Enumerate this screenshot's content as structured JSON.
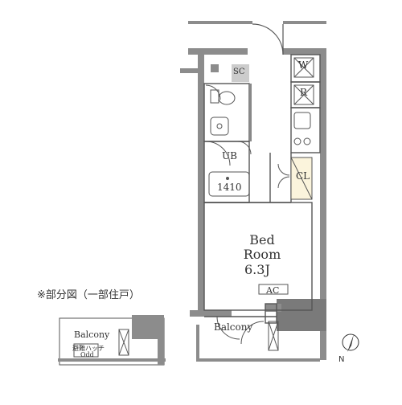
{
  "plan": {
    "main_room": {
      "name": "Bed\nRoom",
      "area": "6.3J"
    },
    "labels": {
      "washer": "W",
      "fridge": "R",
      "shoe_closet": "SC",
      "unit_bath": "UB",
      "bathtub_size": "1410",
      "closet": "CL",
      "air_conditioner": "AC",
      "balcony": "Balcony"
    },
    "partial_plan": {
      "title": "※部分図（一部住戸）",
      "balcony": "Balcony",
      "note_line1": "避難ハッチ",
      "note_line2": "Odd"
    },
    "compass": {
      "north": "N"
    }
  },
  "colors": {
    "wall": "#8c8c8c",
    "wall_dark": "#7a7a7a",
    "line": "#555555",
    "closet_fill": "#fbf4dc"
  }
}
